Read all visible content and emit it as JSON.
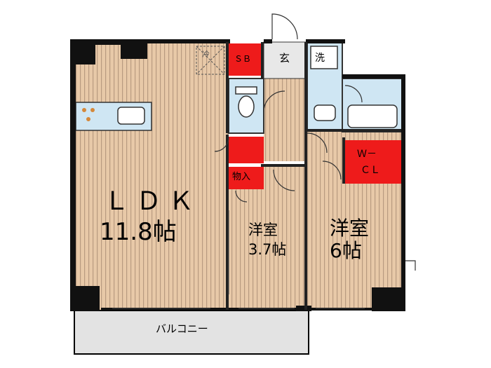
{
  "rooms": {
    "ldk_label": "ＬＤＫ",
    "ldk_size": "11.8帖",
    "room1_label": "洋室",
    "room1_size": "3.7帖",
    "room2_label": "洋室",
    "room2_size": "6帖"
  },
  "fixtures": {
    "shoe_box": "ＳＢ",
    "entrance": "玄",
    "washer": "洗",
    "refrigerator": "冷",
    "walk_in_closet_line1": "Ｗ－",
    "walk_in_closet_line2": "ＣＬ",
    "storage": "物入"
  },
  "outdoor": {
    "balcony": "バルコニー"
  },
  "colors": {
    "floor": "#e8c9a8",
    "floor_stripe": "#b89a80",
    "wall": "#111111",
    "closet": "#ee1b1b",
    "wet_area": "#cfe6f3",
    "balcony": "#e3e3e3"
  }
}
